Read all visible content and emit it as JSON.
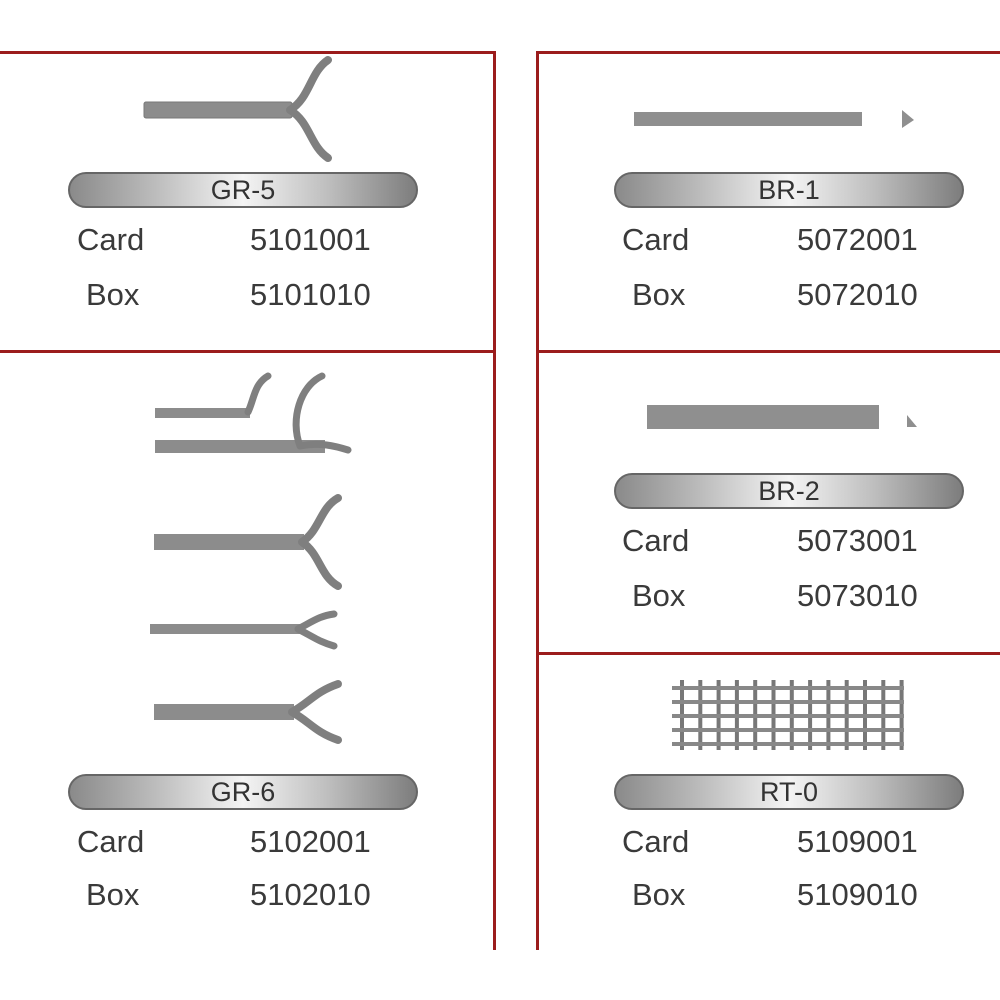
{
  "products": [
    {
      "code": "GR-5",
      "card_label": "Card",
      "card": "5101001",
      "box_label": "Box",
      "box": "5101010"
    },
    {
      "code": "GR-6",
      "card_label": "Card",
      "card": "5102001",
      "box_label": "Box",
      "box": "5102010"
    },
    {
      "code": "BR-1",
      "card_label": "Card",
      "card": "5072001",
      "box_label": "Box",
      "box": "5072010"
    },
    {
      "code": "BR-2",
      "card_label": "Card",
      "card": "5073001",
      "box_label": "Box",
      "box": "5073010"
    },
    {
      "code": "RT-0",
      "card_label": "Card",
      "card": "5109001",
      "box_label": "Box",
      "box": "5109010"
    }
  ],
  "colors": {
    "border": "#9b1c1c",
    "metal": "#8c8c8c"
  }
}
